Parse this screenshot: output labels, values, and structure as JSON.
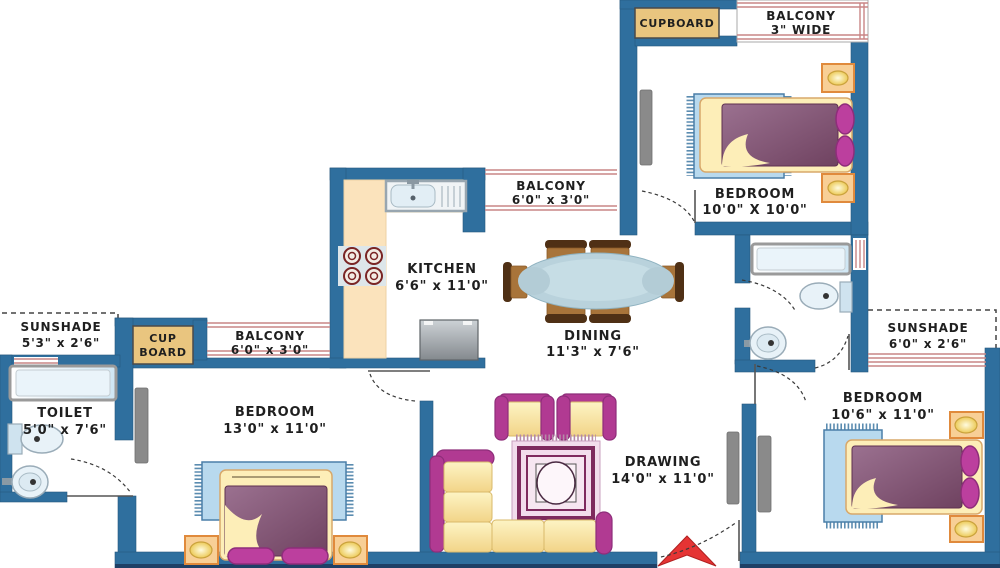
{
  "plan": {
    "type": "apartment-floor-plan",
    "rooms": {
      "cupboard_top": {
        "label": "CUPBOARD"
      },
      "balcony_top_right": {
        "label": "BALCONY",
        "dims": "3\" WIDE"
      },
      "bedroom_top_right": {
        "label": "BEDROOM",
        "dims": "10'0\" X 10'0\""
      },
      "balcony_kitchen": {
        "label": "BALCONY",
        "dims": "6'0\" x 3'0\""
      },
      "kitchen": {
        "label": "KITCHEN",
        "dims": "6'6\" x 11'0\""
      },
      "dining": {
        "label": "DINING",
        "dims": "11'3\" x 7'6\""
      },
      "sunshade_left": {
        "label": "SUNSHADE",
        "dims": "5'3\" x 2'6\""
      },
      "cupboard_left": {
        "label_line1": "CUP",
        "label_line2": "BOARD"
      },
      "balcony_left": {
        "label": "BALCONY",
        "dims": "6'0\" x 3'0\""
      },
      "toilet": {
        "label": "TOILET",
        "dims": "5'0\" x 7'6\""
      },
      "bedroom_left": {
        "label": "BEDROOM",
        "dims": "13'0\" x 11'0\""
      },
      "drawing": {
        "label": "DRAWING",
        "dims": "14'0\" x 11'0\""
      },
      "sunshade_right": {
        "label": "SUNSHADE",
        "dims": "6'0\" x 2'6\""
      },
      "bedroom_right": {
        "label": "BEDROOM",
        "dims": "10'6\" x 11'0\""
      }
    },
    "colors": {
      "wall": "#2f6f9e",
      "wall_shadow": "#1e4066",
      "railing": "#c98585",
      "cupboard": "#e9c57f",
      "counter": "#fbe3bc",
      "mattress": "#7d4a6b",
      "pillow": "#bc3f9e",
      "bed_frame": "#fdeeb8",
      "rug_blue": "#b8d9ee",
      "sofa_cream": "#f9e8a6",
      "sofa_magenta": "#b13a92",
      "dining_table": "#b9d2dc",
      "chair_brown": "#a8743a",
      "wardrobe": "#8a8a8a",
      "entrance_arrow": "#e53434"
    }
  }
}
